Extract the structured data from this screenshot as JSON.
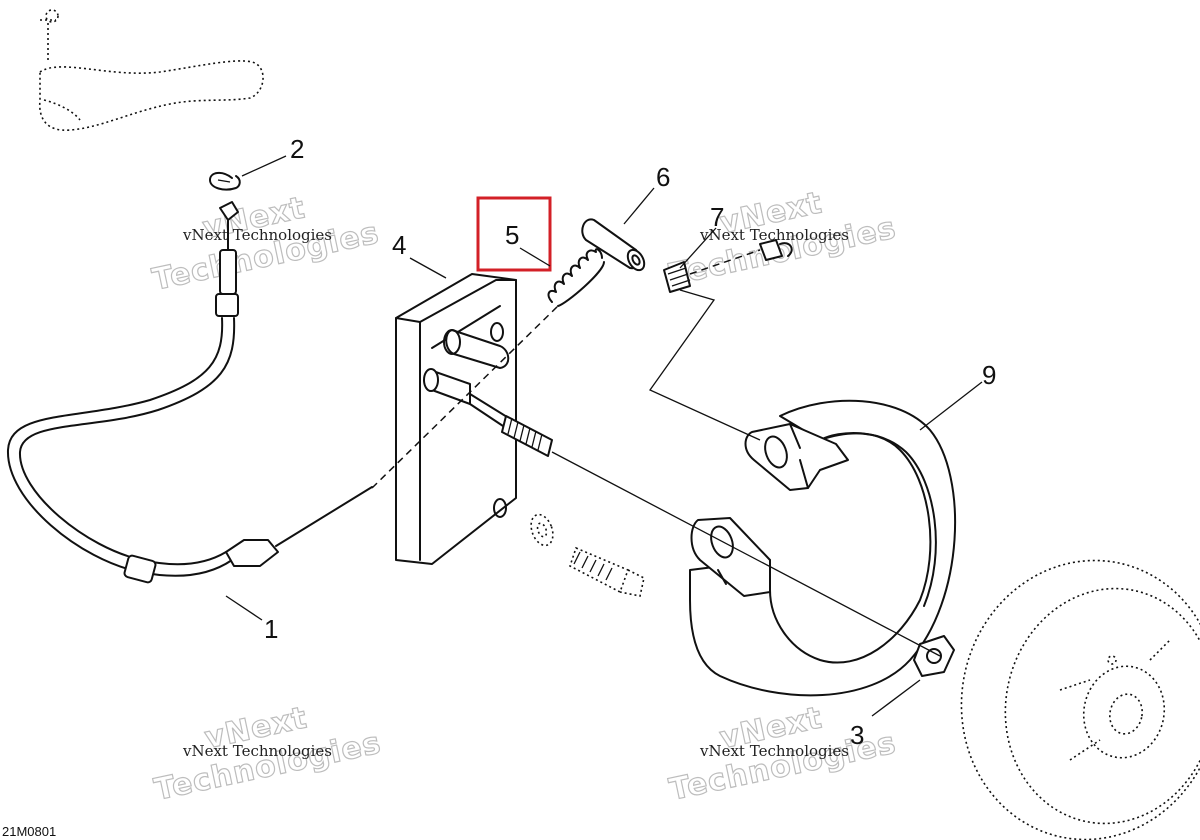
{
  "diagram": {
    "reference_code": "21M0801",
    "highlight_color": "#d32027",
    "callouts": [
      {
        "id": "1",
        "label": "1"
      },
      {
        "id": "2",
        "label": "2"
      },
      {
        "id": "3",
        "label": "3"
      },
      {
        "id": "4",
        "label": "4"
      },
      {
        "id": "5",
        "label": "5",
        "highlighted": true
      },
      {
        "id": "6",
        "label": "6"
      },
      {
        "id": "7",
        "label": "7"
      },
      {
        "id": "9",
        "label": "9"
      }
    ],
    "watermark": {
      "line1": "vNext",
      "line2": "Technologies",
      "full": "vNext Technologies"
    }
  }
}
